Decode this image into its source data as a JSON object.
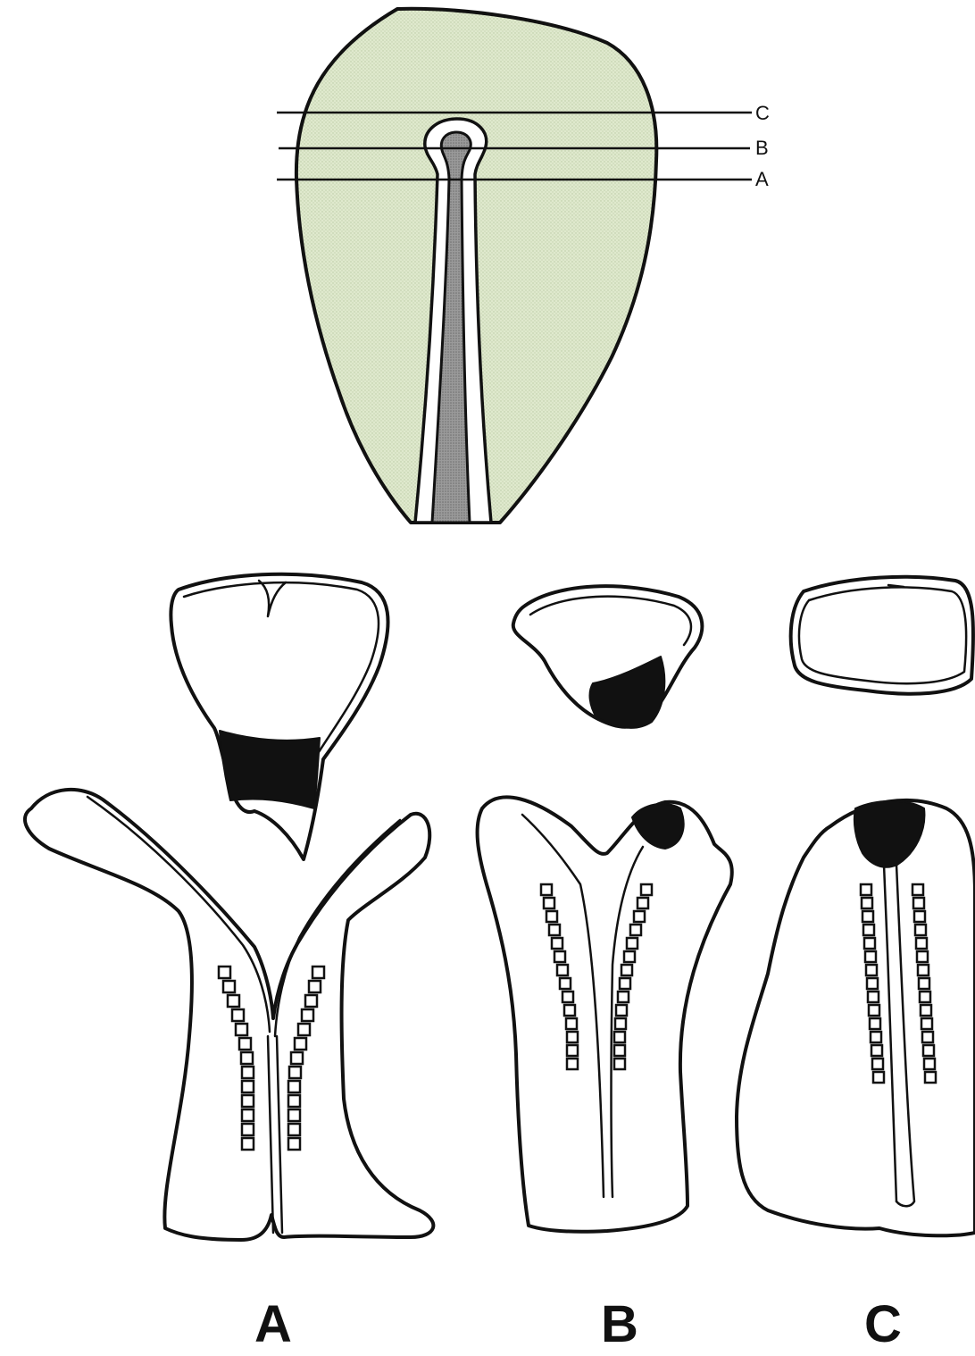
{
  "plane_labels": {
    "c": "C",
    "b": "B",
    "a": "A"
  },
  "section_labels": {
    "a": "A",
    "b": "B",
    "c": "C"
  },
  "colors": {
    "embryo_fill": "#dbe8c6",
    "notochord_fill": "#8f8f8f",
    "line": "#111111",
    "background": "#ffffff"
  }
}
